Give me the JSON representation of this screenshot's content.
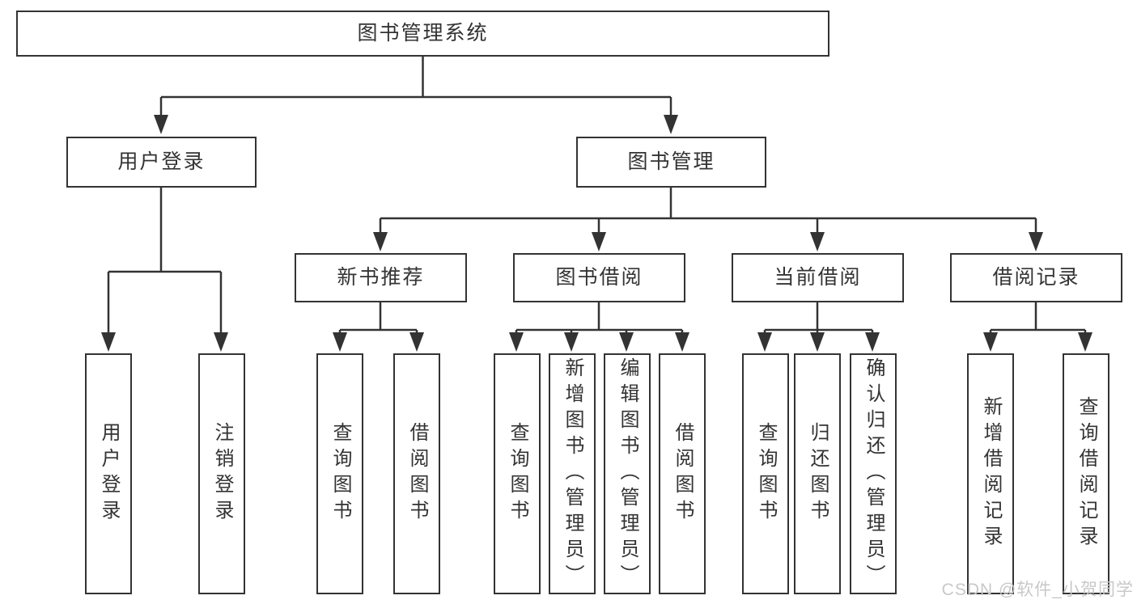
{
  "tree": {
    "root": "图书管理系统",
    "branches": [
      {
        "label": "用户登录",
        "children": [
          "用户登录",
          "注销登录"
        ]
      },
      {
        "label": "图书管理",
        "groups": [
          {
            "label": "新书推荐",
            "children": [
              "查询图书",
              "借阅图书"
            ]
          },
          {
            "label": "图书借阅",
            "children": [
              "查询图书",
              "新增图书（管理员）",
              "编辑图书（管理员）",
              "借阅图书"
            ]
          },
          {
            "label": "当前借阅",
            "children": [
              "查询图书",
              "归还图书",
              "确认归还（管理员）"
            ]
          },
          {
            "label": "借阅记录",
            "children": [
              "新增借阅记录",
              "查询借阅记录"
            ]
          }
        ]
      }
    ]
  },
  "watermark": "CSDN @软件_小贺同学",
  "colors": {
    "line": "#333333",
    "text": "#333333",
    "watermark_text": "#c8c8c8",
    "background": "#ffffff"
  }
}
